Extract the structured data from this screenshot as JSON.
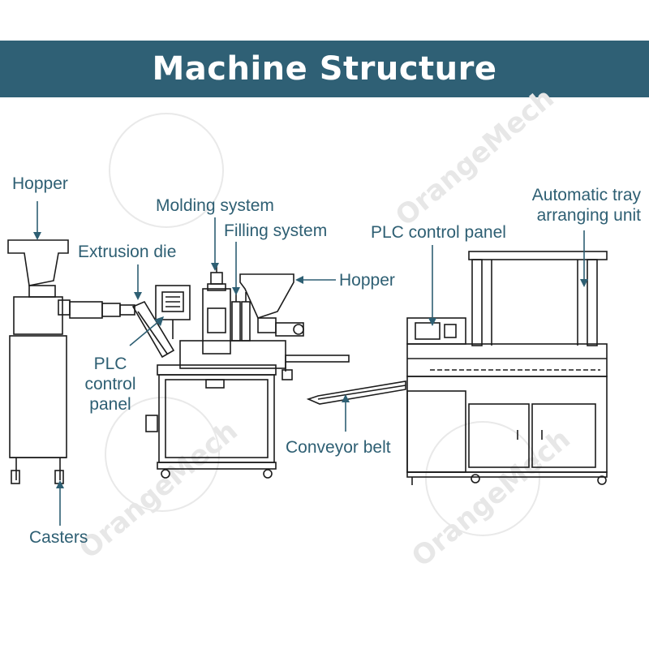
{
  "title": "Machine Structure",
  "colors": {
    "banner": "#2f6075",
    "banner_text": "#ffffff",
    "label": "#2e5f73",
    "leader": "#2e5f73",
    "outline": "#1c1c1c",
    "watermark": "#e7e7e7"
  },
  "labels": {
    "hopper_left": "Hopper",
    "extrusion_die": "Extrusion die",
    "molding_system": "Molding system",
    "filling_system": "Filling system",
    "hopper_right": "Hopper",
    "plc_left_line1": "PLC",
    "plc_left_line2": "control",
    "plc_left_line3": "panel",
    "plc_right": "PLC control panel",
    "tray_line1": "Automatic tray",
    "tray_line2": "arranging unit",
    "conveyor_belt": "Conveyor belt",
    "casters": "Casters"
  },
  "watermark": {
    "text": "OrangeMech"
  }
}
